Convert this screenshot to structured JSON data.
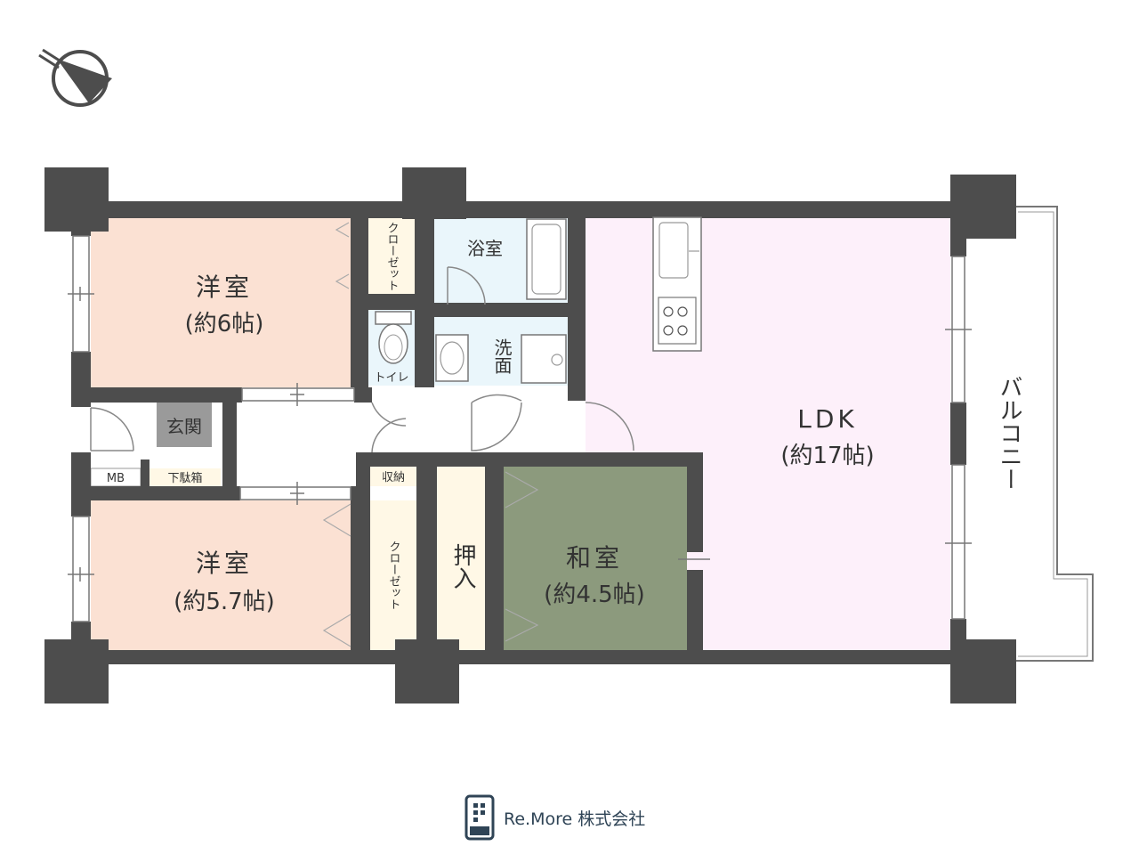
{
  "rooms": {
    "western_room_1": {
      "name": "洋室",
      "size": "(約6帖)"
    },
    "western_room_2": {
      "name": "洋室",
      "size": "(約5.7帖)"
    },
    "japanese_room": {
      "name": "和室",
      "size": "(約4.5帖)"
    },
    "ldk": {
      "name": "LDK",
      "size": "(約17帖)"
    },
    "bathroom": "浴室",
    "washroom": "洗面",
    "toilet": "トイレ",
    "entrance": "玄関",
    "mb": "MB",
    "shoe_box": "下駄箱",
    "storage": "収納",
    "closet_small": "クローゼット",
    "closet_long": "クローゼット",
    "oshiire": "押入",
    "balcony": "バルコニー"
  },
  "company": "Re.More 株式会社",
  "colors": {
    "wall": "#4d4d4d",
    "western_room": "#fbe1d3",
    "japanese_room": "#8c9a7d",
    "ldk": "#fdf0fa",
    "wet_area": "#eaf6fb",
    "storage": "#fff8e6",
    "entrance": "#9a9a9a",
    "brand": "#2f4456"
  }
}
